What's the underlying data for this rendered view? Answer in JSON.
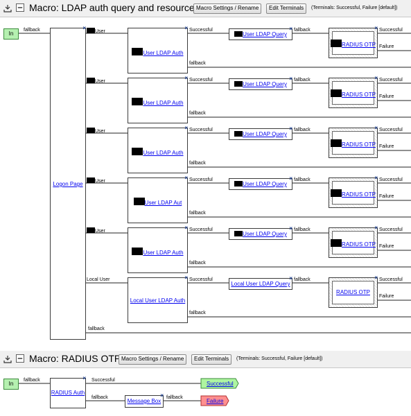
{
  "macro1": {
    "title": "Macro: LDAP auth query and resources",
    "settings_button": "Macro Settings / Rename",
    "edit_button": "Edit Terminals",
    "terminals_note": "(Terminals: Successful, Failure [default])",
    "in_label": "In",
    "in_branch": "fallback",
    "logon_page": "Logon Page",
    "bottom_fallback": "fallback",
    "rows": [
      {
        "branch": "User",
        "auth": "User LDAP Auth",
        "query": "User LDAP Query",
        "radius": "RADIUS OTP",
        "success": "Successful",
        "fallback": "fallback",
        "qfallback": "fallback",
        "rsuccess": "Successful",
        "rfailure": "Failure",
        "redacted": true
      },
      {
        "branch": "User",
        "auth": "User LDAP Auth",
        "query": "User LDAP Query",
        "radius": "RADIUS OTP",
        "success": "Successful",
        "fallback": "fallback",
        "qfallback": "fallback",
        "rsuccess": "Successful",
        "rfailure": "Failure",
        "redacted": true
      },
      {
        "branch": "User",
        "auth": "User LDAP Auth",
        "query": "User LDAP Query",
        "radius": "RADIUS OTP",
        "success": "Successful",
        "fallback": "fallback",
        "qfallback": "fallback",
        "rsuccess": "Successful",
        "rfailure": "Failure",
        "redacted": true
      },
      {
        "branch": "User",
        "auth": "User LDAP Aut",
        "query": "User LDAP Query",
        "radius": "RADIUS OTP",
        "success": "Successful",
        "fallback": "fallback",
        "qfallback": "fallback",
        "rsuccess": "Successful",
        "rfailure": "Failure",
        "redacted": true
      },
      {
        "branch": "User",
        "auth": "User LDAP Auth",
        "query": "User LDAP Query",
        "radius": "RADIUS OTP",
        "success": "Successful",
        "fallback": "fallback",
        "qfallback": "fallback",
        "rsuccess": "Successful",
        "rfailure": "Failure",
        "redacted": true
      },
      {
        "branch": "Local User",
        "auth": "Local User LDAP Auth",
        "query": "Local User LDAP Query",
        "radius": "RADIUS OTP",
        "success": "Successful",
        "fallback": "fallback",
        "qfallback": "fallback",
        "rsuccess": "Successful",
        "rfailure": "Failure",
        "redacted": false
      }
    ]
  },
  "macro2": {
    "title": "Macro: RADIUS OTP",
    "settings_button": "Macro Settings / Rename",
    "edit_button": "Edit Terminals",
    "terminals_note": "(Terminals: Successful, Failure [default])",
    "in_label": "In",
    "in_branch": "fallback",
    "auth": "RADIUS Auth",
    "auth_success": "Successful",
    "auth_fallback": "fallback",
    "message_box": "Message Box",
    "mb_fallback": "fallback",
    "success_terminal": "Successful",
    "failure_terminal": "Failure"
  },
  "colors": {
    "success": "#aef5a0",
    "failure": "#ff8f8f",
    "link": "#0000ee"
  }
}
